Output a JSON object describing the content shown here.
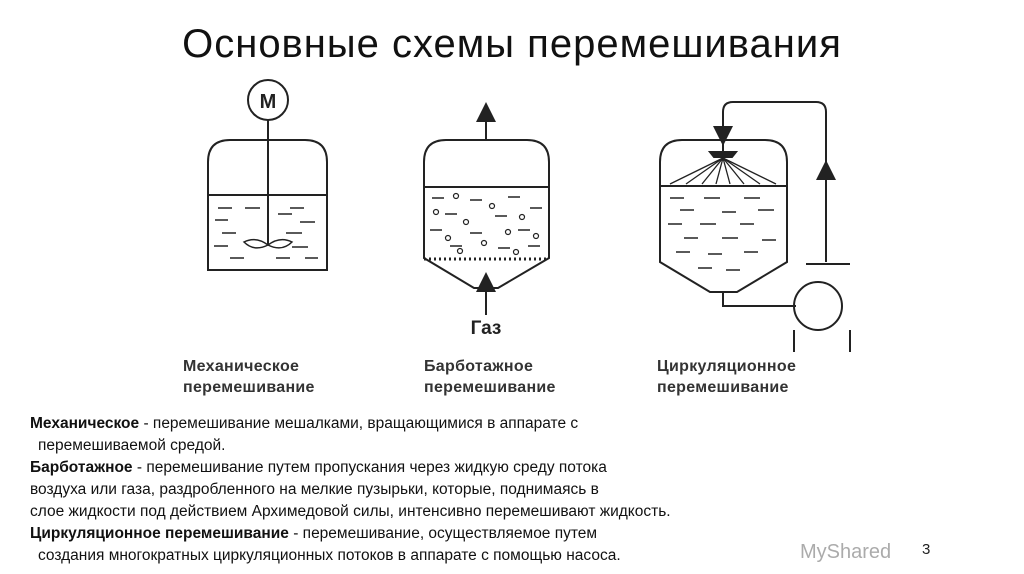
{
  "slide": {
    "title": "Основные схемы перемешивания",
    "page_number": "3",
    "watermark": "MyShared"
  },
  "diagrams": {
    "motor_label": "М",
    "gas_label": "Газ",
    "captions": [
      {
        "line1": "Механическое",
        "line2": "перемешивание"
      },
      {
        "line1": "Барботажное",
        "line2": "перемешивание"
      },
      {
        "line1": "Циркуляционное",
        "line2": "перемешивание"
      }
    ]
  },
  "definitions": [
    {
      "term": "Механическое",
      "sep": " - ",
      "lines": [
        "перемешивание мешалками, вращающимися в аппарате с",
        "перемешиваемой средой."
      ]
    },
    {
      "term": "Барботажное",
      "sep": " - ",
      "lines": [
        "перемешивание путем пропускания через жидкую среду потока",
        "воздуха или газа, раздробленного на мелкие пузырьки, которые, поднимаясь в",
        "слое жидкости под действием Архимедовой силы, интенсивно перемешивают жидкость."
      ]
    },
    {
      "term": "Циркуляционное перемешивание",
      "sep": " - ",
      "lines": [
        "перемешивание, осуществляемое путем",
        "создания многократных циркуляционных потоков в аппарате с помощью насоса."
      ]
    }
  ]
}
